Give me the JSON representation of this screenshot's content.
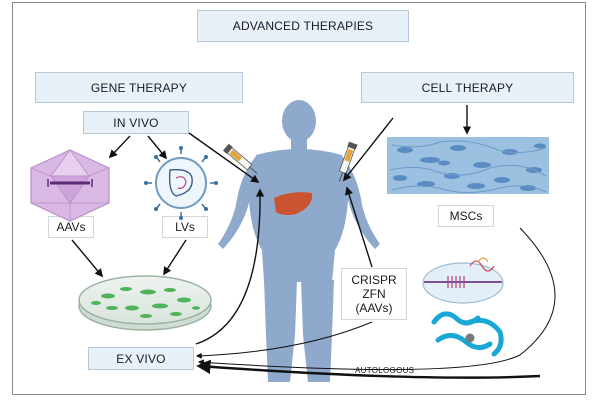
{
  "title": "ADVANCED THERAPIES",
  "gene_therapy": {
    "heading": "GENE THERAPY",
    "in_vivo": "IN VIVO",
    "vectors": [
      "AAVs",
      "LVs"
    ],
    "ex_vivo": "EX VIVO"
  },
  "cell_therapy": {
    "heading": "CELL THERAPY",
    "cells": "MSCs"
  },
  "editing_tools": [
    "CRISPR",
    "ZFN",
    "(AAVs)"
  ],
  "annotations": {
    "autologous": "AUTOLOGOUS"
  },
  "colors": {
    "box_fill": "#e9f1f8",
    "human_figure": "#8fa9cc",
    "liver": "#c9542f",
    "aav_purple": "#c69ad4",
    "petri_green": "#4fb35a",
    "protein_cyan": "#1aa7d6"
  }
}
